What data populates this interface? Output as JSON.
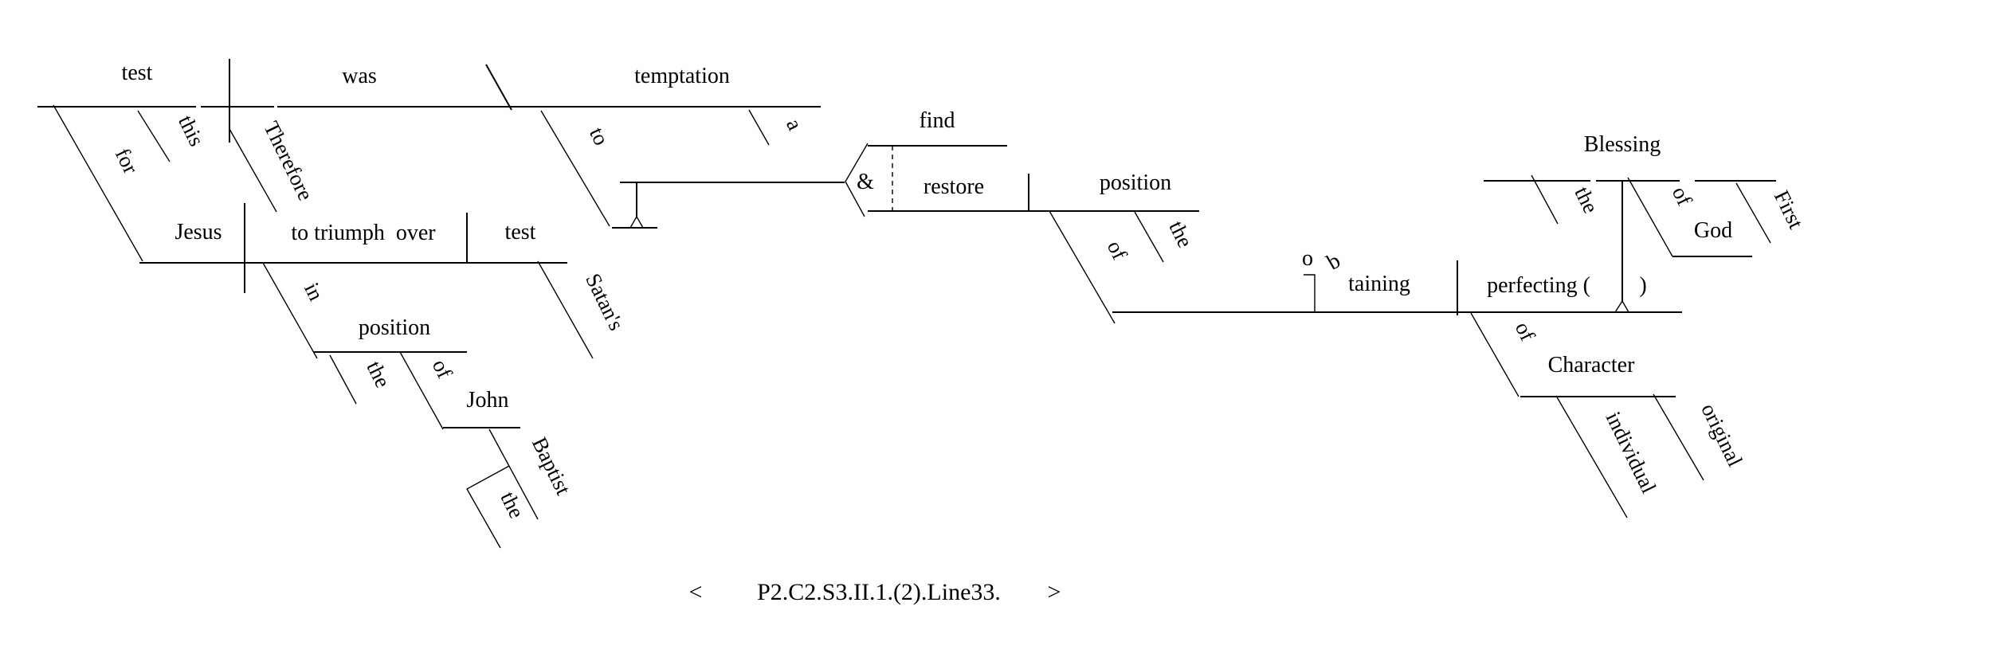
{
  "diagram": {
    "main": {
      "subject": "test",
      "verb": "was",
      "complement": "temptation",
      "this": "this",
      "therefore": "Therefore",
      "for": "for",
      "to": "to",
      "a": "a"
    },
    "inf_clause": {
      "subject": "Jesus",
      "verb": "to triumph  over",
      "object": "test",
      "satans": "Satan's",
      "in": "in",
      "position": "position",
      "the": "the",
      "of": "of",
      "john": "John",
      "baptist": "Baptist",
      "the2": "the"
    },
    "compound": {
      "amp": "&",
      "find": "find",
      "restore": "restore",
      "position": "position",
      "of": "of",
      "the": "the"
    },
    "obtaining": {
      "o": "o",
      "b": "b",
      "taining": "taining",
      "perfecting": "perfecting (",
      "close_paren": ")",
      "of": "of",
      "character": "Character",
      "individual": "individual",
      "original": "original"
    },
    "blessing": {
      "word": "Blessing",
      "the": "the",
      "of": "of",
      "god": "God",
      "first": "First"
    }
  },
  "footer": {
    "prev": "<",
    "reference": "P2.C2.S3.II.1.(2).Line33.",
    "next": ">"
  }
}
